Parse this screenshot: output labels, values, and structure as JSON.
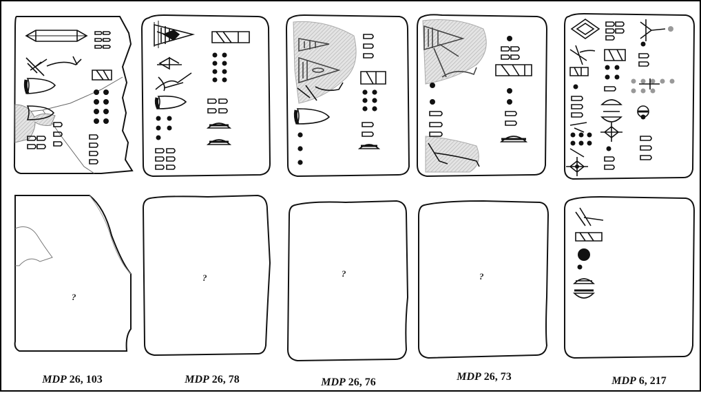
{
  "tablets": [
    {
      "series": "MDP",
      "number": "26, 103",
      "reverse_text": "?"
    },
    {
      "series": "MDP",
      "number": "26, 78",
      "reverse_text": "?"
    },
    {
      "series": "MDP",
      "number": "26, 76",
      "reverse_text": "?"
    },
    {
      "series": "MDP",
      "number": "26, 73",
      "reverse_text": "?"
    },
    {
      "series": "MDP",
      "number": "6, 217",
      "reverse_text": ""
    }
  ],
  "colors": {
    "ink": "#111111",
    "damage_shading": "#c9c9c9",
    "outline": "#222222"
  }
}
